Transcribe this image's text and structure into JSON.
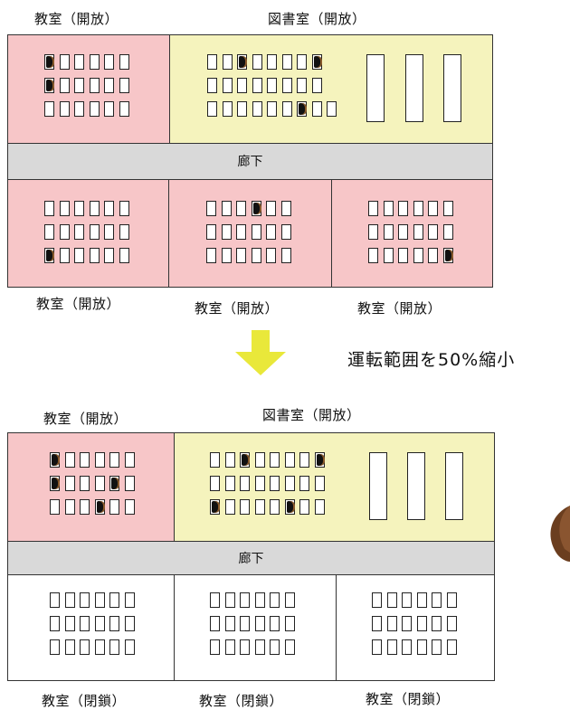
{
  "top": {
    "labels": {
      "classroom_top": "教室（開放）",
      "library_top": "図書室（開放）",
      "hall": "廊下",
      "bottom_1": "教室（開放）",
      "bottom_2": "教室（開放）",
      "bottom_3": "教室（開放）"
    },
    "top_classroom_desks": [
      [
        1,
        0,
        0,
        0,
        0,
        0
      ],
      [
        1,
        0,
        0,
        0,
        0,
        0
      ],
      [
        0,
        0,
        0,
        0,
        0,
        0
      ]
    ],
    "library_desks": [
      [
        0,
        0,
        1,
        0,
        0,
        0,
        0,
        1
      ],
      [
        0,
        0,
        0,
        0,
        0,
        0,
        0,
        0
      ],
      [
        0,
        0,
        0,
        0,
        0,
        0,
        1,
        0,
        0
      ]
    ],
    "bottom_desks": [
      [
        [
          0,
          0,
          0,
          0,
          0,
          0
        ],
        [
          0,
          0,
          0,
          0,
          0,
          0
        ],
        [
          1,
          0,
          0,
          0,
          0,
          0
        ]
      ],
      [
        [
          0,
          0,
          0,
          1,
          0,
          0
        ],
        [
          0,
          0,
          0,
          0,
          0,
          0
        ],
        [
          0,
          0,
          0,
          0,
          0,
          0
        ]
      ],
      [
        [
          0,
          0,
          0,
          0,
          0,
          0
        ],
        [
          0,
          0,
          0,
          0,
          0,
          0
        ],
        [
          0,
          0,
          0,
          0,
          0,
          1
        ]
      ]
    ],
    "colors": {
      "open_classroom": "#f7c6c8",
      "library": "#f5f3bd",
      "hall": "#d9d9d9"
    }
  },
  "transition": {
    "note": "運転範囲を50%縮小",
    "arrow_color": "#e9e83a"
  },
  "bottom": {
    "labels": {
      "classroom_top": "教室（開放）",
      "library_top": "図書室（開放）",
      "hall": "廊下",
      "bottom_1": "教室（閉鎖）",
      "bottom_2": "教室（閉鎖）",
      "bottom_3": "教室（閉鎖）"
    },
    "top_classroom_desks": [
      [
        1,
        0,
        0,
        0,
        0,
        0
      ],
      [
        1,
        0,
        0,
        0,
        1,
        0
      ],
      [
        0,
        0,
        0,
        1,
        0,
        0
      ]
    ],
    "library_desks": [
      [
        0,
        0,
        1,
        0,
        0,
        0,
        0,
        1
      ],
      [
        0,
        0,
        0,
        0,
        0,
        0,
        0,
        0
      ],
      [
        1,
        0,
        0,
        0,
        0,
        1,
        0,
        0
      ]
    ],
    "bottom_desks": [
      [
        [
          0,
          0,
          0,
          0,
          0,
          0
        ],
        [
          0,
          0,
          0,
          0,
          0,
          0
        ],
        [
          0,
          0,
          0,
          0,
          0,
          0
        ]
      ],
      [
        [
          0,
          0,
          0,
          0,
          0,
          0
        ],
        [
          0,
          0,
          0,
          0,
          0,
          0
        ],
        [
          0,
          0,
          0,
          0,
          0,
          0
        ]
      ],
      [
        [
          0,
          0,
          0,
          0,
          0,
          0
        ],
        [
          0,
          0,
          0,
          0,
          0,
          0
        ],
        [
          0,
          0,
          0,
          0,
          0,
          0
        ]
      ]
    ],
    "colors": {
      "closed_classroom": "#ffffff"
    }
  }
}
